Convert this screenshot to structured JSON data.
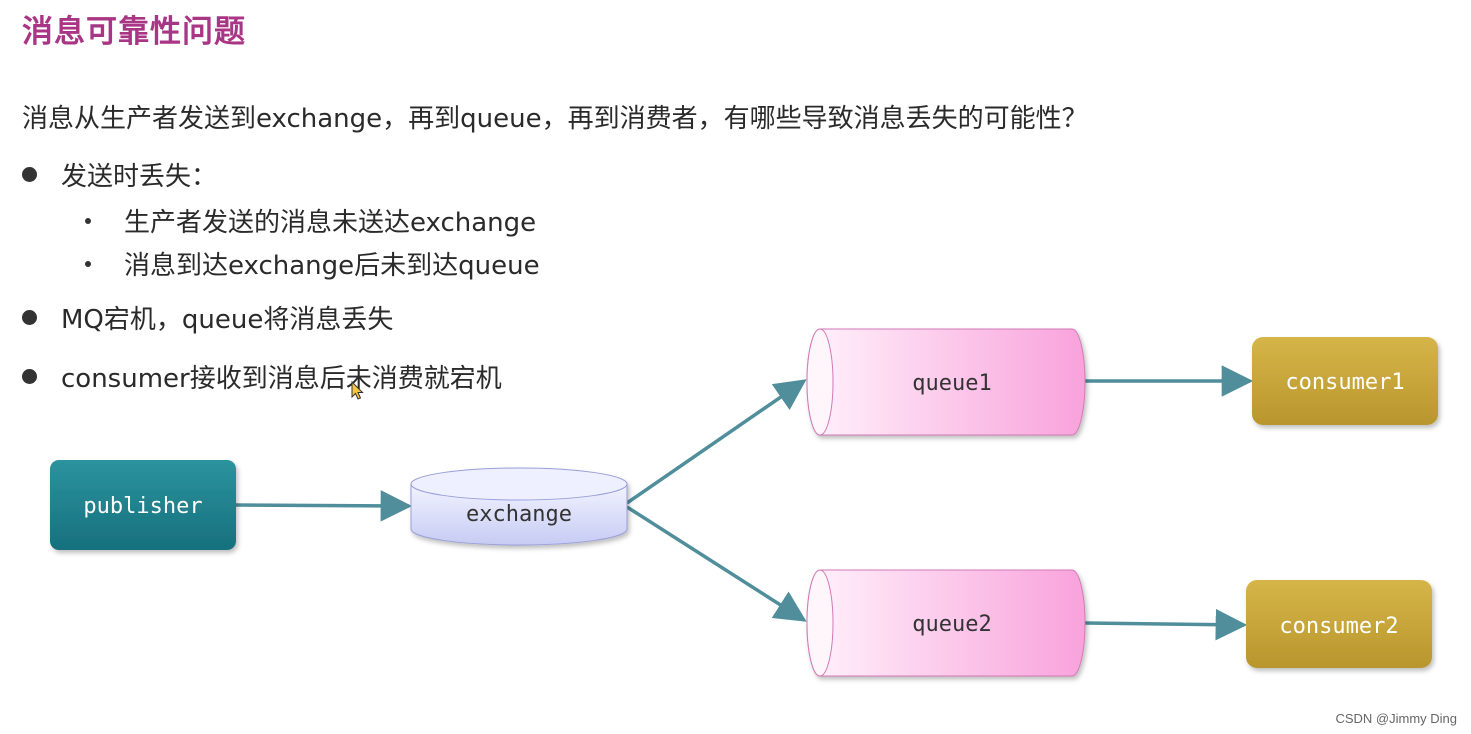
{
  "title": "消息可靠性问题",
  "question": "消息从生产者发送到exchange，再到queue，再到消费者，有哪些导致消息丢失的可能性？",
  "bullets": [
    {
      "text": "发送时丢失：",
      "sub": [
        "生产者发送的消息未送达exchange",
        "消息到达exchange后未到达queue"
      ]
    },
    {
      "text": "MQ宕机，queue将消息丢失"
    },
    {
      "text": "consumer接收到消息后未消费就宕机"
    }
  ],
  "diagram": {
    "publisher": "publisher",
    "exchange": "exchange",
    "queue1": "queue1",
    "queue2": "queue2",
    "consumer1": "consumer1",
    "consumer2": "consumer2"
  },
  "colors": {
    "title": "#a93585",
    "publisher": "#1f7f8a",
    "exchange": "#c9cdf4",
    "queue": "#f9a4dc",
    "consumer": "#c6a63a",
    "arrow": "#4f8e9a"
  },
  "watermark": "CSDN @Jimmy Ding"
}
